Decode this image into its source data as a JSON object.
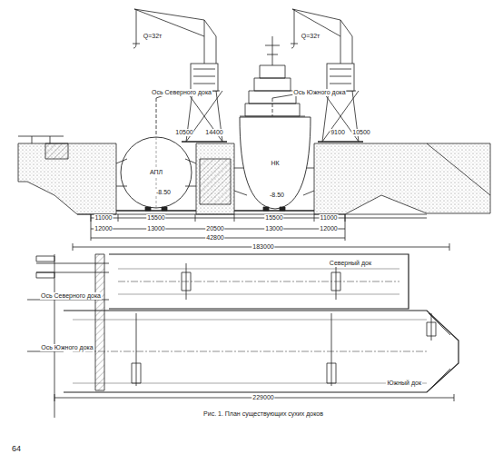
{
  "diagram": {
    "caption": "Рис. 1. План существующих сухих доков",
    "nodes": [
      {
        "text": [
          "АПЛ"
        ]
      },
      {
        "text": [
          "НК"
        ]
      },
      {
        "text": [
          "Северный док"
        ]
      },
      {
        "text": [
          "Южный док"
        ]
      }
    ],
    "labels": [
      "Q=32т",
      "Q=32т",
      "Ось Северного дока",
      "Ось Южного дока",
      "10500",
      "14400",
      "9100",
      "10500",
      "11000",
      "15500",
      "15500",
      "11000",
      "12000",
      "13000",
      "20500",
      "13000",
      "12000",
      "42800",
      "-8.50",
      "-8.50",
      "183000",
      "229000",
      "Ось Северного дока",
      "Ось Южного дока",
      "64"
    ]
  }
}
